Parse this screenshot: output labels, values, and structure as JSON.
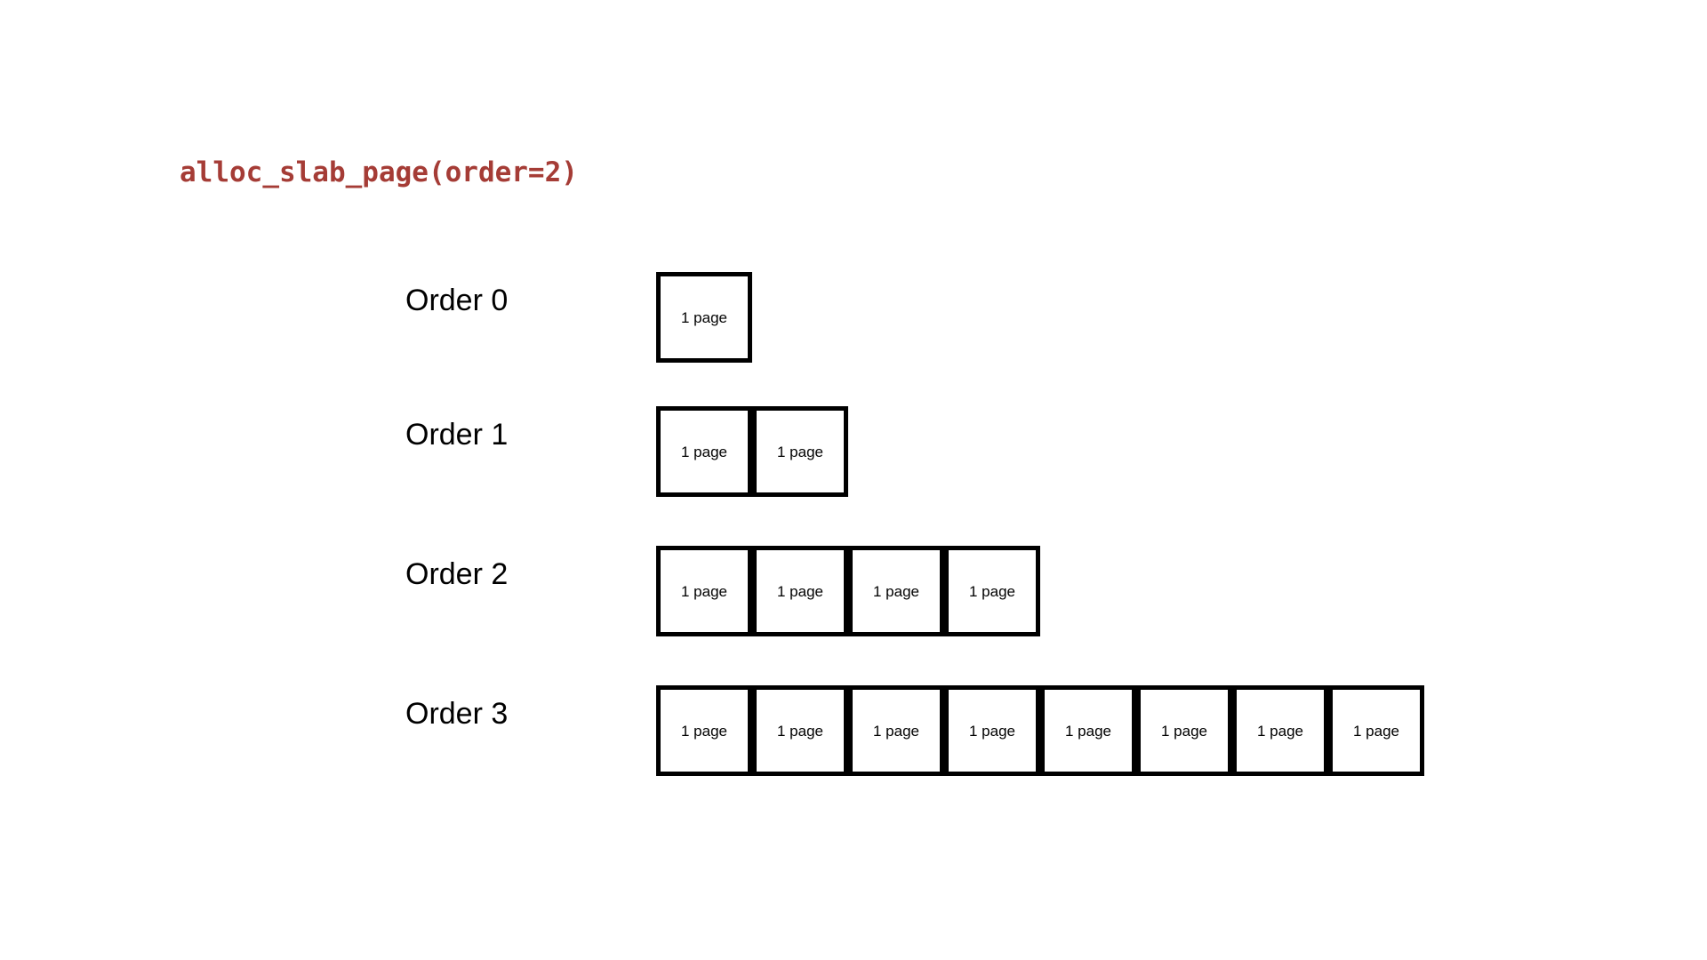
{
  "page": {
    "background_color": "#ffffff",
    "text_color": "#000000",
    "box_border_color": "#000000"
  },
  "title": {
    "text": "alloc_slab_page(order=2)",
    "color": "#a53c36"
  },
  "diagram": {
    "rows": [
      {
        "label": "Order 0",
        "pages": [
          "1 page"
        ]
      },
      {
        "label": "Order 1",
        "pages": [
          "1 page",
          "1 page"
        ]
      },
      {
        "label": "Order 2",
        "pages": [
          "1 page",
          "1 page",
          "1 page",
          "1 page"
        ]
      },
      {
        "label": "Order 3",
        "pages": [
          "1 page",
          "1 page",
          "1 page",
          "1 page",
          "1 page",
          "1 page",
          "1 page",
          "1 page"
        ]
      }
    ]
  }
}
